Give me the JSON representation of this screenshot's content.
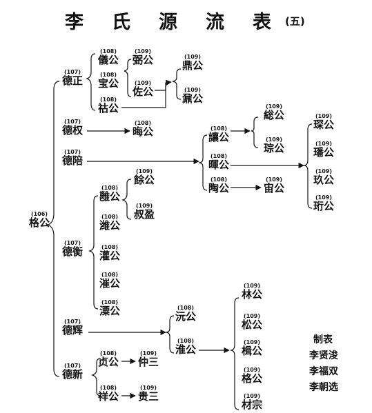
{
  "title": {
    "chars": [
      "李",
      "氏",
      "源",
      "流",
      "表"
    ],
    "suffix": "(五)"
  },
  "persons": {
    "n106": {
      "gen": "(106)",
      "name": "格公"
    },
    "n107_dezheng": {
      "gen": "(107)",
      "name": "德正"
    },
    "n107_dequan": {
      "gen": "(107)",
      "name": "德权"
    },
    "n107_depei": {
      "gen": "(107)",
      "name": "德陪"
    },
    "n107_deheng": {
      "gen": "(107)",
      "name": "德衡"
    },
    "n107_dehui": {
      "gen": "(107)",
      "name": "德辉"
    },
    "n107_dexin": {
      "gen": "(107)",
      "name": "德新"
    },
    "n108_yi": {
      "gen": "(108)",
      "name": "儀公"
    },
    "n108_bao": {
      "gen": "(108)",
      "name": "宝公"
    },
    "n108_hu": {
      "gen": "(108)",
      "name": "祜公"
    },
    "n108_hui": {
      "gen": "(108)",
      "name": "晦公"
    },
    "n108_rang": {
      "gen": "(108)",
      "name": "讓公"
    },
    "n108_hui2": {
      "gen": "(108)",
      "name": "暉公"
    },
    "n108_tao": {
      "gen": "(108)",
      "name": "陶公"
    },
    "n108_yong": {
      "gen": "(108)",
      "name": "雝公"
    },
    "n108_wei": {
      "gen": "(108)",
      "name": "潍公"
    },
    "n108_guan": {
      "gen": "(108)",
      "name": "灌公"
    },
    "n108_cui": {
      "gen": "(108)",
      "name": "漼公"
    },
    "n108_su": {
      "gen": "(108)",
      "name": "潥公"
    },
    "n108_yuan": {
      "gen": "(108)",
      "name": "沅公"
    },
    "n108_huai": {
      "gen": "(108)",
      "name": "淮公"
    },
    "n108_zhen": {
      "gen": "(108)",
      "name": "贞公"
    },
    "n108_xiang": {
      "gen": "(108)",
      "name": "祥公"
    },
    "n109_bi": {
      "gen": "(109)",
      "name": "弼公"
    },
    "n109_zuo": {
      "gen": "(109)",
      "name": "佐公"
    },
    "n109_ding": {
      "gen": "(109)",
      "name": "鼎公"
    },
    "n109_nai": {
      "gen": "(109)",
      "name": "鼐公"
    },
    "n109_zong": {
      "gen": "(109)",
      "name": "総公"
    },
    "n109_cong": {
      "gen": "(109)",
      "name": "琮公"
    },
    "n109_shen": {
      "gen": "(109)",
      "name": "宙公"
    },
    "n109_yu": {
      "gen": "(109)",
      "name": "餘公"
    },
    "n109_shuying": {
      "gen": "(109)",
      "name": "叔盈"
    },
    "n109_shen2": {
      "gen": "(109)",
      "name": "琛公"
    },
    "n109_fan": {
      "gen": "(109)",
      "name": "璠公"
    },
    "n109_jiu": {
      "gen": "(109)",
      "name": "玖公"
    },
    "n109_heng": {
      "gen": "(109)",
      "name": "珩公"
    },
    "n109_lin": {
      "gen": "(109)",
      "name": "林公"
    },
    "n109_song": {
      "gen": "(109)",
      "name": "松公"
    },
    "n109_xie": {
      "gen": "(109)",
      "name": "楫公"
    },
    "n109_ge": {
      "gen": "(109)",
      "name": "格公"
    },
    "n109_caizong": {
      "gen": "(109)",
      "name": "材宗"
    },
    "n109_zhongsan": {
      "gen": "(109)",
      "name": "仲三"
    },
    "n109_guisan": {
      "gen": "(109)",
      "name": "贵三"
    }
  },
  "credits": {
    "label": "制表",
    "names": [
      "李贤浚",
      "李福双",
      "李朝选"
    ]
  }
}
